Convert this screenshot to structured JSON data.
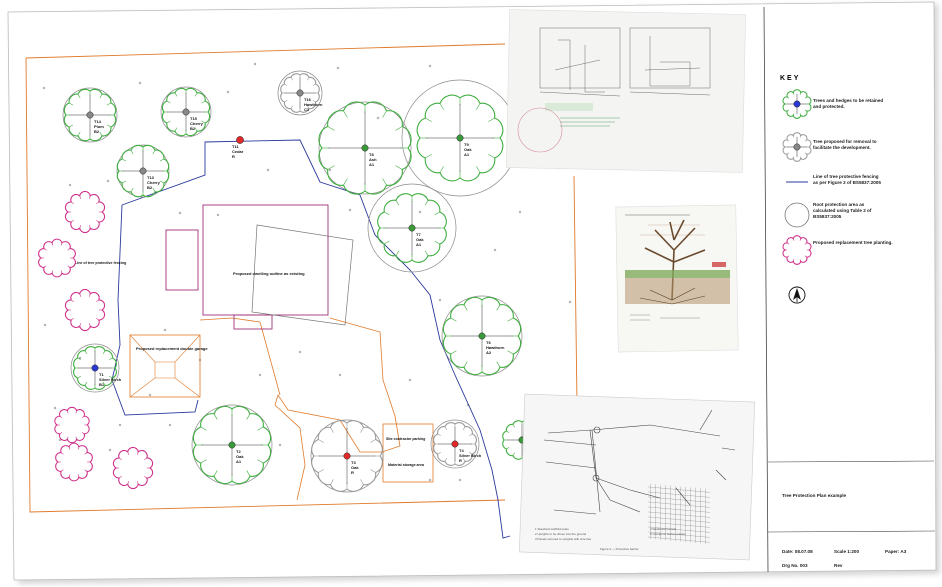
{
  "plan": {
    "area_labels": [
      "Proposed dwelling outline as existing",
      "Proposed replacement double garage",
      "Site contractor parking",
      "Material storage area",
      "Line of tree protective fencing"
    ],
    "trees": [
      {
        "id": "T14",
        "species": "Plum",
        "cat": "B2"
      },
      {
        "id": "T15",
        "species": "Cherry",
        "cat": "B2"
      },
      {
        "id": "T11",
        "species": "Cedar",
        "cat": "R"
      },
      {
        "id": "T16",
        "species": "Hawthorn",
        "cat": "C1"
      },
      {
        "id": "T8",
        "species": "Ash",
        "cat": "A1"
      },
      {
        "id": "T9",
        "species": "Oak",
        "cat": "A1"
      },
      {
        "id": "T13",
        "species": "Cherry",
        "cat": "B2"
      },
      {
        "id": "T7",
        "species": "Oak",
        "cat": "A1"
      },
      {
        "id": "T6",
        "species": "Hawthorn",
        "cat": "A2"
      },
      {
        "id": "T1",
        "species": "Silver Birch",
        "cat": "B1"
      },
      {
        "id": "T2",
        "species": "Oak",
        "cat": "A1"
      },
      {
        "id": "T3",
        "species": "Oak",
        "cat": "R"
      },
      {
        "id": "T4",
        "species": "Silver Birch",
        "cat": "R"
      }
    ]
  },
  "key": {
    "title": "KEY",
    "items": [
      {
        "text_lines": [
          "Trees and hedges to be retained",
          "and protected."
        ]
      },
      {
        "text_lines": [
          "Tree proposed for removal to",
          "facilitate the development."
        ]
      },
      {
        "text_lines": [
          "Line of tree protective fencing",
          "as per Figure 2 of BS5837:2005"
        ]
      },
      {
        "text_lines": [
          "Root protection area as",
          "calculated using Table 2 of",
          "BS5837:2005"
        ]
      },
      {
        "text_lines": [
          "Proposed replacement tree planting."
        ]
      }
    ]
  },
  "title_block": {
    "title": "Tree Protection Plan example",
    "date": "Date: 08.07.08",
    "scale": "Scale 1:200",
    "paper": "Paper: A3",
    "drg_no": "Drg No. 003",
    "rev": "Rev"
  },
  "colors": {
    "retain_green": "#3fae3f",
    "removal_grey": "#9a9a9a",
    "fence_blue": "#2b3a9c",
    "boundary_orange": "#e07a2a",
    "dwelling_purple": "#a0307a",
    "replacement_pink": "#d0308a",
    "removal_dot": "#e02a2a",
    "birch_dot": "#2a3ad0"
  }
}
